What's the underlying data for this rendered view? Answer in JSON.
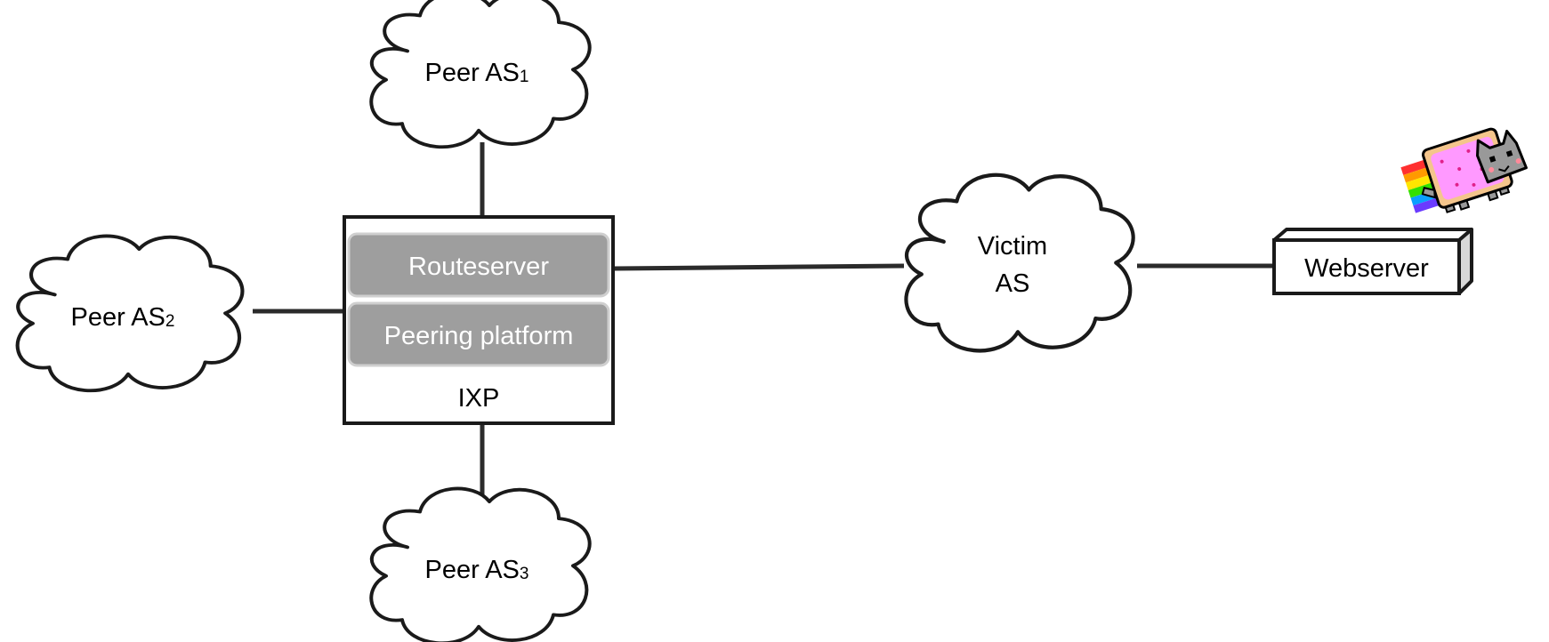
{
  "peers": [
    {
      "name": "Peer AS",
      "sub": "1"
    },
    {
      "name": "Peer AS",
      "sub": "2"
    },
    {
      "name": "Peer AS",
      "sub": "3"
    }
  ],
  "ixp": {
    "label": "IXP",
    "components": [
      "Routeserver",
      "Peering platform"
    ]
  },
  "victim": {
    "line1": "Victim",
    "line2": "AS"
  },
  "webserver": {
    "label": "Webserver"
  },
  "colors": {
    "component_fill": "#9e9e9e",
    "component_border": "#cfcfcf",
    "stroke": "#1a1a1a"
  },
  "icons": [
    "cloud-icon",
    "server-box-icon",
    "nyan-cat-icon"
  ]
}
